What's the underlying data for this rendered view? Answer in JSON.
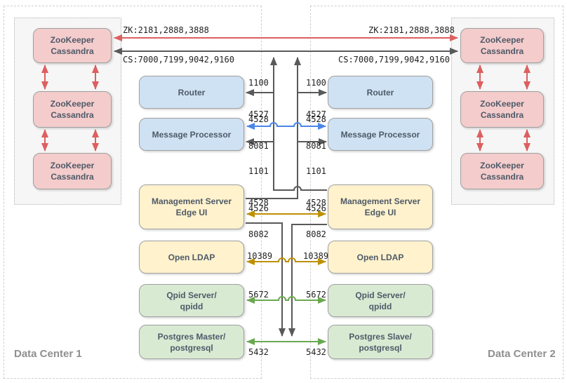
{
  "data_centers": [
    {
      "label": "Data Center 1"
    },
    {
      "label": "Data Center 2"
    }
  ],
  "cluster_node": {
    "line1": "ZooKeeper",
    "line2": "Cassandra"
  },
  "components": {
    "left": [
      {
        "label": "Router",
        "label2": ""
      },
      {
        "label": "Message Processor",
        "label2": ""
      },
      {
        "label": "Management Server",
        "label2": "Edge UI"
      },
      {
        "label": "Open LDAP",
        "label2": ""
      },
      {
        "label": "Qpid Server/",
        "label2": "qpidd"
      },
      {
        "label": "Postgres Master/",
        "label2": "postgresql"
      }
    ],
    "right": [
      {
        "label": "Router",
        "label2": ""
      },
      {
        "label": "Message Processor",
        "label2": ""
      },
      {
        "label": "Management Server",
        "label2": "Edge UI"
      },
      {
        "label": "Open LDAP",
        "label2": ""
      },
      {
        "label": "Qpid Server/",
        "label2": "qpidd"
      },
      {
        "label": "Postgres Slave/",
        "label2": "postgresql"
      }
    ]
  },
  "links": {
    "zk": "ZK:2181,2888,3888",
    "cs": "CS:7000,7199,9042,9160",
    "router_ports": [
      "1100",
      "4527",
      "8081"
    ],
    "mp_sync_port": "4528",
    "mp_ports": [
      "1101",
      "4528",
      "8082"
    ],
    "ms_port": "4526",
    "ldap_port": "10389",
    "qpid_port": "5672",
    "postgres_port": "5432"
  },
  "colors": {
    "zk_arrow": "#dd5f5f",
    "cs_arrow": "#595959",
    "mp_sync_arrow": "#4a86e8",
    "ms_sync_arrow": "#bf9000",
    "db_sync_arrow": "#6aa84f",
    "node_pink": "#f4cccc",
    "node_blue": "#cfe2f3",
    "node_yellow": "#fff2cc",
    "node_green": "#d9ead3"
  }
}
